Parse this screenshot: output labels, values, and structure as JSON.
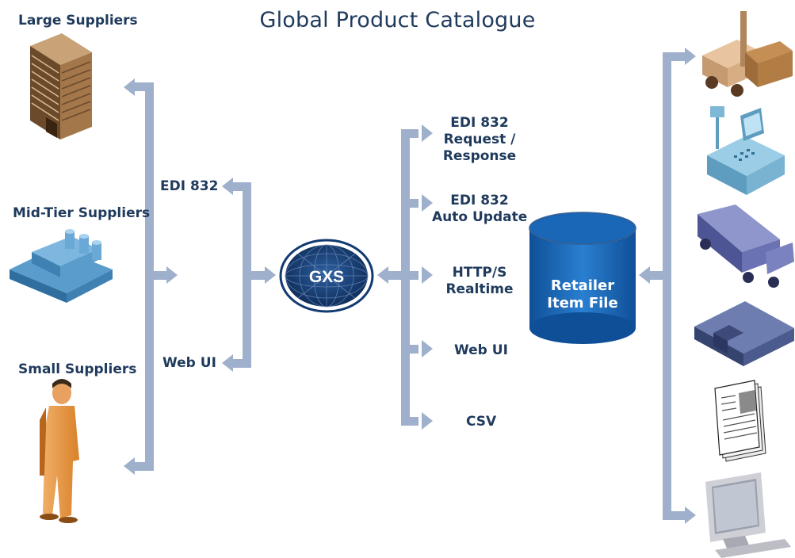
{
  "title": "Global Product Catalogue",
  "suppliers": {
    "large": "Large Suppliers",
    "mid_tier": "Mid-Tier Suppliers",
    "small": "Small Suppliers"
  },
  "inbound": {
    "edi": "EDI 832",
    "web": "Web UI"
  },
  "hub": "GXS",
  "outbound": {
    "edi_request": [
      "EDI 832",
      "Request /",
      "Response"
    ],
    "edi_auto": [
      "EDI 832",
      "Auto Update"
    ],
    "http": [
      "HTTP/S",
      "Realtime"
    ],
    "web": "Web UI",
    "csv": "CSV"
  },
  "database": [
    "Retailer",
    "Item File"
  ],
  "destinations": [
    "forklift-icon",
    "cash-register-icon",
    "truck-icon",
    "store-icon",
    "documents-icon",
    "computer-icon"
  ],
  "colors": {
    "connector": "#9fb0cc",
    "text": "#1f3a5c",
    "database": "#1a67b8",
    "hub": "#123a72"
  }
}
